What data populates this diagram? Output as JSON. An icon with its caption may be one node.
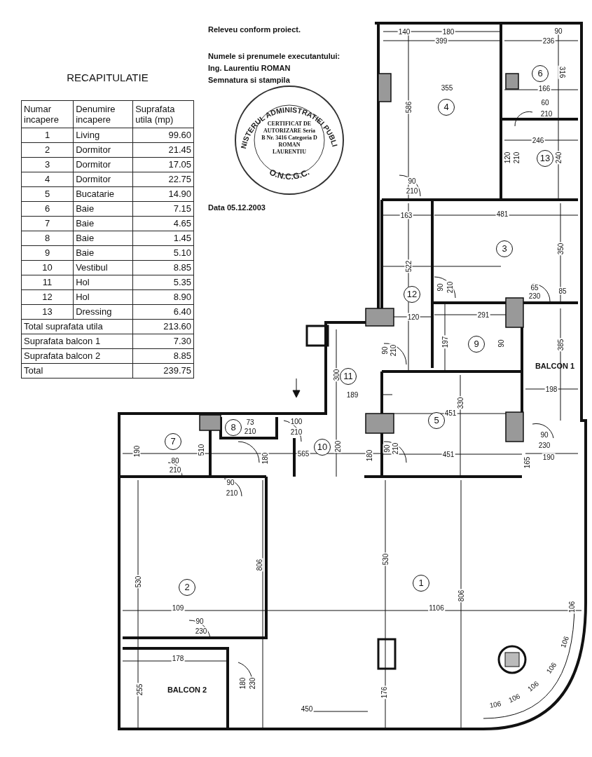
{
  "diagram": {
    "nodes": [
      {
        "text": [
          "MINISTERUL ADMINISTRATIEI PUBLICE",
          "CERTIFICAT DE AUTORIZARE Seria B Nr. 3416 Categoria D ROMAN LAURENTIU",
          "O.N.C.G.C."
        ]
      },
      {
        "text": [
          "1"
        ]
      },
      {
        "text": [
          "2"
        ]
      },
      {
        "text": [
          "3"
        ]
      },
      {
        "text": [
          "4"
        ]
      },
      {
        "text": [
          "5"
        ]
      },
      {
        "text": [
          "6"
        ]
      },
      {
        "text": [
          "7"
        ]
      },
      {
        "text": [
          "8"
        ]
      },
      {
        "text": [
          "9"
        ]
      },
      {
        "text": [
          "10"
        ]
      },
      {
        "text": [
          "11"
        ]
      },
      {
        "text": [
          "12"
        ]
      },
      {
        "text": [
          "13"
        ]
      }
    ],
    "labels": [
      "Releveu conform proiect.",
      "Numele si prenumele executantului:",
      "Ing. Laurentiu ROMAN",
      "Semnatura si stampila",
      "Data 05.12.2003",
      "RECAPITULATIE",
      "Numar incapere",
      "Denumire incapere",
      "Suprafata utila (mp)",
      "1",
      "Living",
      "99.60",
      "2",
      "Dormitor",
      "21.45",
      "3",
      "Dormitor",
      "17.05",
      "4",
      "Dormitor",
      "22.75",
      "5",
      "Bucatarie",
      "14.90",
      "6",
      "Baie",
      "7.15",
      "7",
      "Baie",
      "4.65",
      "8",
      "Baie",
      "1.45",
      "9",
      "Baie",
      "5.10",
      "10",
      "Vestibul",
      "8.85",
      "11",
      "Hol",
      "5.35",
      "12",
      "Hol",
      "8.90",
      "13",
      "Dressing",
      "6.40",
      "Total suprafata utila",
      "213.60",
      "Suprafata balcon 1",
      "7.30",
      "Suprafata balcon 2",
      "8.85",
      "Total",
      "239.75",
      "140",
      "180",
      "399",
      "90",
      "236",
      "355",
      "586",
      "316",
      "166",
      "60",
      "210",
      "246",
      "120",
      "210",
      "240",
      "90",
      "210",
      "163",
      "481",
      "522",
      "350",
      "90",
      "210",
      "65",
      "230",
      "85",
      "120",
      "291",
      "197",
      "90",
      "385",
      "198",
      "90",
      "210",
      "300",
      "189",
      "100",
      "210",
      "73",
      "210",
      "190",
      "510",
      "80",
      "210",
      "565",
      "200",
      "180",
      "451",
      "330",
      "90",
      "210",
      "180",
      "451",
      "90",
      "230",
      "165",
      "190",
      "90",
      "210",
      "530",
      "806",
      "109",
      "90",
      "230",
      "178",
      "255",
      "180",
      "230",
      "530",
      "806",
      "1106",
      "176",
      "450",
      "106",
      "106",
      "106",
      "106",
      "106",
      "106",
      "BALCON 1",
      "BALCON 2"
    ]
  }
}
